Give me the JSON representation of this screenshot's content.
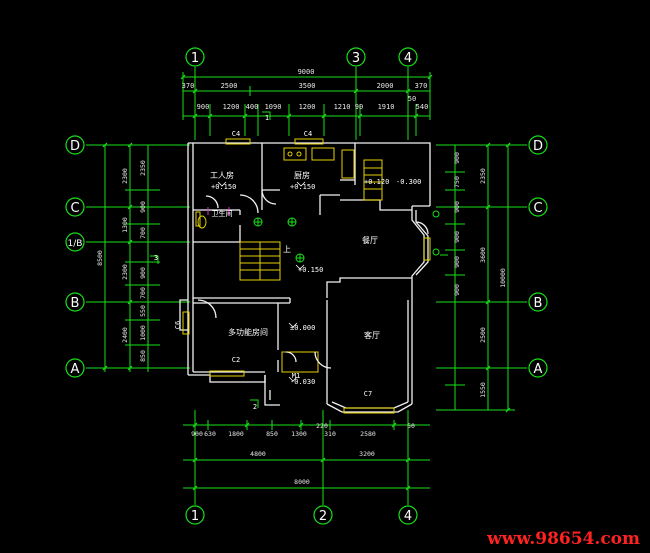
{
  "colors": {
    "background": "#000000",
    "dimension_lines": "#19e019",
    "walls": "#f2f2f2",
    "stairs_fixtures": "#e6d200",
    "watermark": "#ff2222"
  },
  "axes": {
    "top": [
      "1",
      "3",
      "4"
    ],
    "bottom": [
      "1",
      "2",
      "4"
    ],
    "left": [
      "D",
      "C",
      "1/B",
      "B",
      "A"
    ],
    "right": [
      "D",
      "C",
      "B",
      "A"
    ]
  },
  "top_dims": {
    "total": "9000",
    "row2": [
      "370",
      "2500",
      "3500",
      "2000",
      "370"
    ],
    "row3": [
      "900",
      "1200",
      "400",
      "1090",
      "1200",
      "1210",
      "90",
      "1910",
      "540"
    ],
    "extra": "50"
  },
  "bottom_dims": {
    "row1": [
      "900",
      "630",
      "1800",
      "850",
      "1300",
      "220",
      "2580",
      "50"
    ],
    "row2": [
      "4800",
      "3200"
    ],
    "total": "8000",
    "small": "310"
  },
  "left_dims": {
    "total": "8500",
    "outer": [
      "2300",
      "1300",
      "2300",
      "2400"
    ],
    "inner": [
      "2350",
      "900",
      "700",
      "900",
      "700",
      "550",
      "1000",
      "850"
    ]
  },
  "right_dims": {
    "total": "10000",
    "outer": [
      "2350",
      "3600",
      "2500",
      "1550"
    ],
    "inner": [
      "900",
      "750",
      "900",
      "900",
      "900",
      "900"
    ]
  },
  "rooms": {
    "servant": "工人房",
    "kitchen": "厨房",
    "dining": "餐厅",
    "living": "客厅",
    "multi": "多功能房间",
    "bath": "卫生间"
  },
  "levels": {
    "servant": "+0.150",
    "kitchen": "+0.150",
    "step": "+0.120",
    "outside": "-0.300",
    "hall": "+0.150",
    "floor": "±0.000",
    "entry": "-0.030"
  },
  "tags": {
    "c4a": "C4",
    "c4b": "C4",
    "c2": "C2",
    "c7": "C7",
    "c6": "C6",
    "m1": "M1",
    "up": "上",
    "s1": "1",
    "s2": "2",
    "s3": "3"
  },
  "watermark": "www.98654.com"
}
